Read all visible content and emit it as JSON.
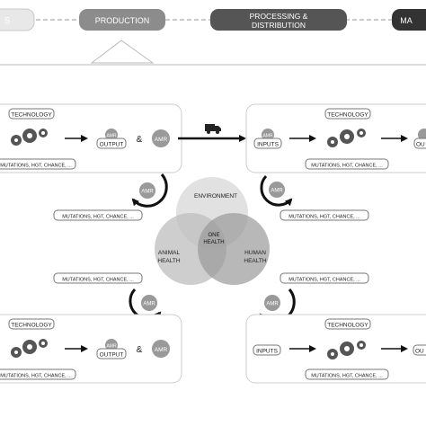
{
  "stages": [
    "S",
    "PRODUCTION",
    "PROCESSING &",
    "DISTRIBUTION",
    "MA"
  ],
  "panels": {
    "top_left": {
      "technology": "TECHNOLOGY",
      "amr_small": "AMR",
      "output": "OUTPUT",
      "ampersand": "&",
      "amr": "AMR",
      "mutations": "MUTATIONS, HGT, CHANCE, ..."
    },
    "top_right": {
      "technology": "TECHNOLOGY",
      "amr_small": "AMR",
      "inputs": "INPUTS",
      "out_clip": "OU",
      "mutations": "MUTATIONS, HGT, CHANCE, ..."
    },
    "bottom_left": {
      "technology": "TECHNOLOGY",
      "amr_small": "AMR",
      "output": "OUTPUT",
      "ampersand": "&",
      "amr": "AMR",
      "mutations": "MUTATIONS, HGT, CHANCE, ..."
    },
    "bottom_right": {
      "technology": "TECHNOLOGY",
      "inputs": "INPUTS",
      "out_clip": "OU",
      "mutations": "MUTATIONS, HGT, CHANCE, ..."
    }
  },
  "center": {
    "environment": "ENVIRONMENT",
    "animal": [
      "ANIMAL",
      "HEALTH"
    ],
    "human": [
      "HUMAN",
      "HEALTH"
    ],
    "one": [
      "ONE",
      "HEALTH"
    ],
    "cycle_amr": [
      "AMR",
      "AMR",
      "AMR",
      "AMR"
    ],
    "mutations": [
      "MUTATIONS, HGT, CHANCE, ...",
      "MUTATIONS, HGT, CHANCE, ...",
      "MUTATIONS, HGT, CHANCE, ...",
      "MUTATIONS, HGT, CHANCE, ..."
    ]
  },
  "icons": [
    "gear-icon",
    "truck-icon",
    "arrow-right-icon",
    "circular-arrow-icon"
  ]
}
